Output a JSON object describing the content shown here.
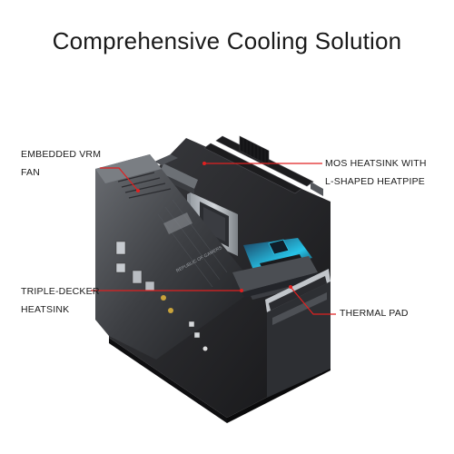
{
  "title": "Comprehensive Cooling Solution",
  "callouts": {
    "vrm_fan": {
      "line1": "EMBEDDED VRM",
      "line2": "FAN"
    },
    "mos_heatsink": {
      "line1": "MOS HEATSINK WITH",
      "line2": "L-SHAPED HEATPIPE"
    },
    "triple_decker": {
      "line1": "TRIPLE-DECKER",
      "line2": "HEATSINK"
    },
    "thermal_pad": {
      "line1": "THERMAL PAD"
    }
  },
  "colors": {
    "callout_line": "#e02020",
    "board_dark": "#2a2a2c",
    "heatsink_gray": "#5d6064",
    "accent_blue": "#27c4e8"
  }
}
